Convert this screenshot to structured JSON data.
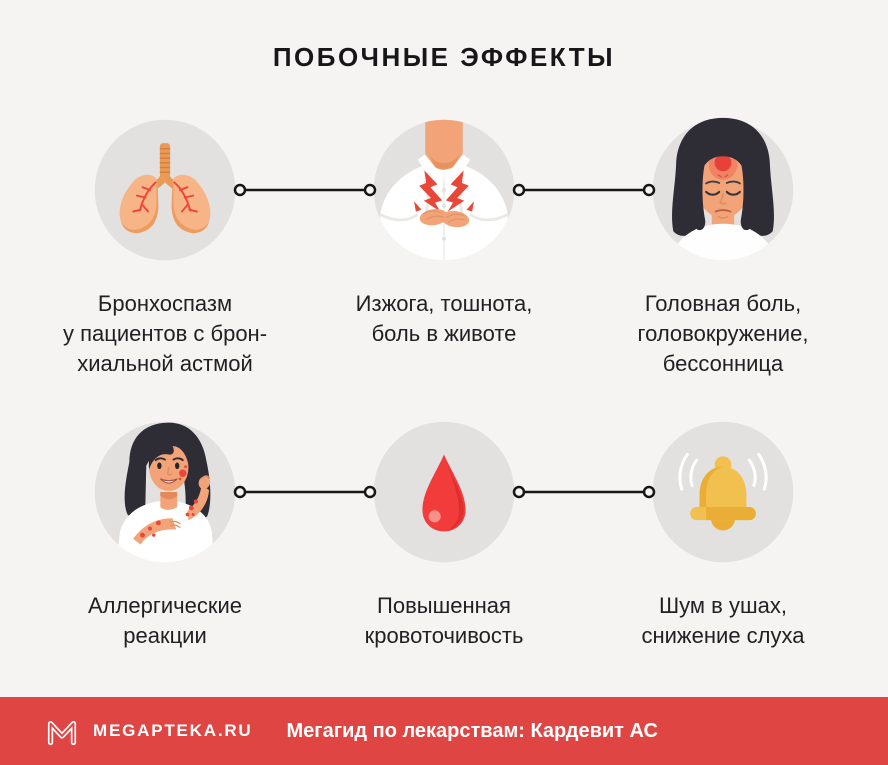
{
  "header": {
    "title": "ПОБОЧНЫЕ ЭФФЕКТЫ"
  },
  "effects": [
    {
      "icon": "lungs-icon",
      "label": "Бронхоспазм\nу пациентов с брон-\nхиальной астмой"
    },
    {
      "icon": "stomach-pain-icon",
      "label": "Изжога, тошнота,\nболь в животе"
    },
    {
      "icon": "headache-icon",
      "label": "Головная боль,\nголовокружение,\nбессонница"
    },
    {
      "icon": "allergy-icon",
      "label": "Аллергические\nреакции"
    },
    {
      "icon": "blood-drop-icon",
      "label": "Повышенная\nкровоточивость"
    },
    {
      "icon": "bell-icon",
      "label": "Шум в ушах,\nснижение слуха"
    }
  ],
  "footer": {
    "logo_icon": "megapteka-logo-icon",
    "brand": "MEGAPTEKA.RU",
    "tagline": "Мегагид по лекарствам: Кардевит АС"
  },
  "colors": {
    "background": "#f5f4f2",
    "circle_gray": "#e2e1e0",
    "text": "#212124",
    "footer_red": "#de4543",
    "accent_red": "#e8473a",
    "drop_red": "#f23c3c",
    "bell_gold": "#f2c04e",
    "skin": "#f2a478",
    "hair": "#2e2d35"
  }
}
